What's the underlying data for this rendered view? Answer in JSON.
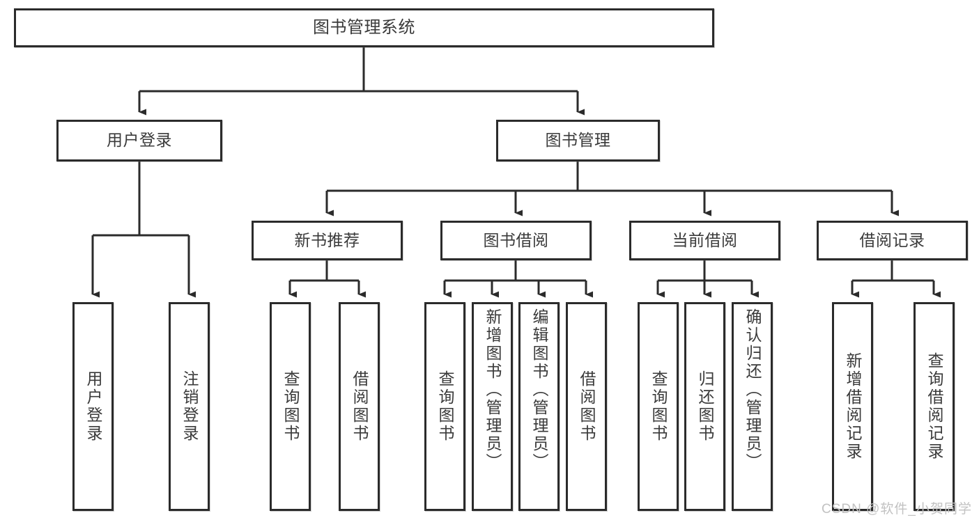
{
  "diagram": {
    "title": "图书管理系统",
    "type": "tree",
    "watermark": "CSDN @软件_小贺同学",
    "colors": {
      "stroke": "#2b2b2b",
      "text": "#3a3a3a",
      "background": "#ffffff",
      "watermark": "#c2c2c2"
    },
    "nodes": {
      "root": {
        "label": "图书管理系统"
      },
      "level2": [
        {
          "label": "用户登录"
        },
        {
          "label": "图书管理"
        }
      ],
      "level3": [
        {
          "label": "新书推荐"
        },
        {
          "label": "图书借阅"
        },
        {
          "label": "当前借阅"
        },
        {
          "label": "借阅记录"
        }
      ],
      "leaves_user_login": [
        {
          "label": "用户登录"
        },
        {
          "label": "注销登录"
        }
      ],
      "leaves_new_book": [
        {
          "label": "查询图书"
        },
        {
          "label": "借阅图书"
        }
      ],
      "leaves_borrow": [
        {
          "label": "查询图书"
        },
        {
          "label": "新增图书（管理员）"
        },
        {
          "label": "编辑图书（管理员）"
        },
        {
          "label": "借阅图书"
        }
      ],
      "leaves_current": [
        {
          "label": "查询图书"
        },
        {
          "label": "归还图书"
        },
        {
          "label": "确认归还（管理员）"
        }
      ],
      "leaves_record": [
        {
          "label": "新增借阅记录"
        },
        {
          "label": "查询借阅记录"
        }
      ]
    }
  }
}
